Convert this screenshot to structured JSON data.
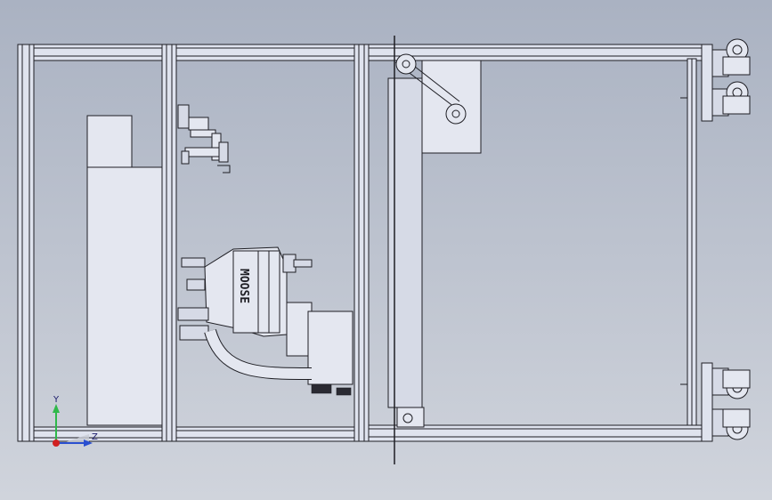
{
  "viewport": {
    "background_top": "#aab2c2",
    "background_bottom": "#d0d4dc"
  },
  "triad": {
    "y_label": "Y",
    "z_label": "Z",
    "y_color": "#2fb84a",
    "z_color": "#2a4fd0",
    "origin_color": "#d02020"
  },
  "motor": {
    "brand_text": "MOOSE"
  }
}
